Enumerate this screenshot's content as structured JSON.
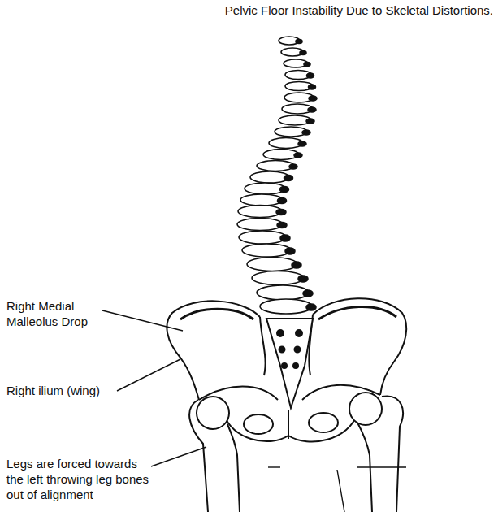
{
  "diagram": {
    "title": "Pelvic Floor Instability Due to Skeletal Distortions.",
    "labels": [
      "Right Medial Malleolus Drop",
      "Right ilium (wing)",
      "Legs are forced towards the left throwing leg bones out of alignment"
    ]
  }
}
